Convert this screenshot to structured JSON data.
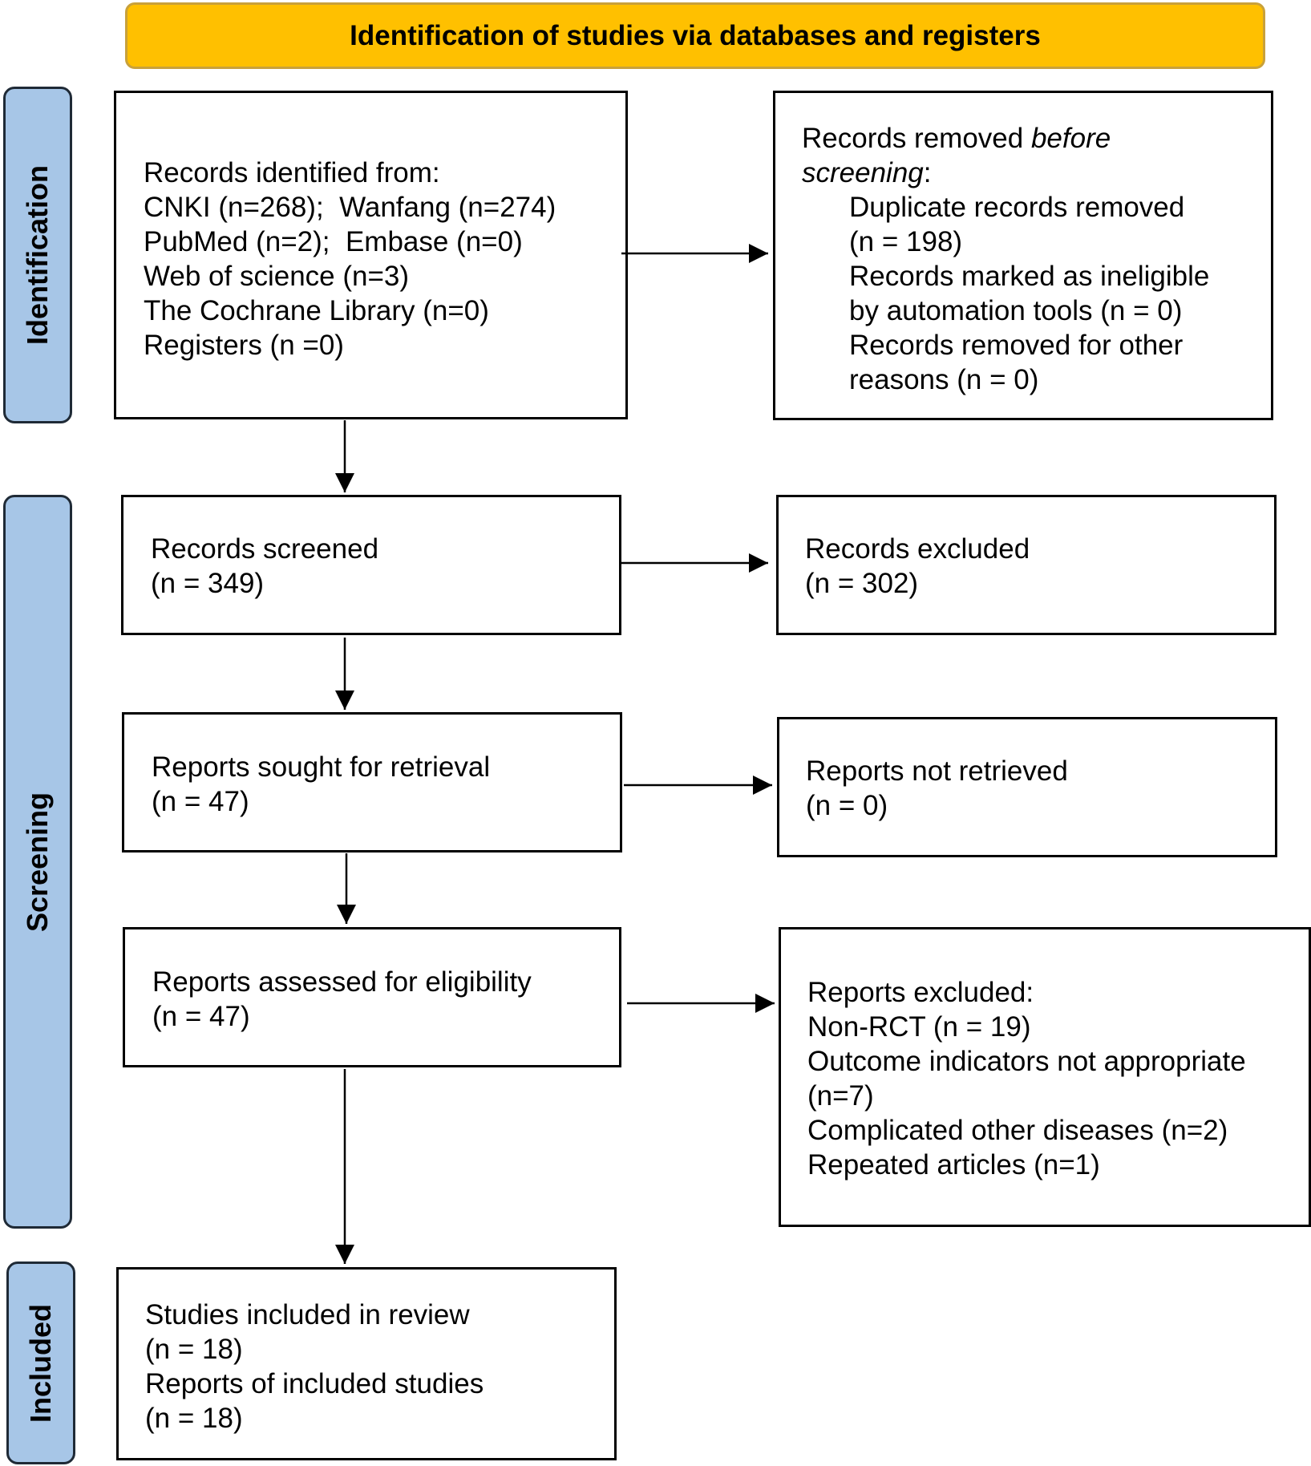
{
  "header": {
    "title": "Identification of studies via databases and registers"
  },
  "phases": {
    "identification": "Identification",
    "screening": "Screening",
    "included": "Included"
  },
  "boxes": {
    "identified": {
      "lines": [
        "Records identified from:",
        "CNKI (n=268);  Wanfang (n=274)",
        "PubMed (n=2);  Embase (n=0)",
        "Web of science (n=3)",
        "The Cochrane Library (n=0)",
        "Registers (n =0)"
      ]
    },
    "removed": {
      "title_prefix": "Records removed ",
      "title_em": "before",
      "title_em2": "screening",
      "title_suffix": ":",
      "lines": [
        "Duplicate records removed",
        "(n = 198)",
        "Records marked as ineligible",
        "by automation tools (n = 0)",
        "Records removed for other",
        "reasons (n = 0)"
      ]
    },
    "screened": {
      "lines": [
        "Records screened",
        "(n = 349)"
      ]
    },
    "excluded": {
      "lines": [
        "Records excluded",
        "(n = 302)"
      ]
    },
    "sought": {
      "lines": [
        "Reports sought for retrieval",
        "(n = 47)"
      ]
    },
    "not_retrieved": {
      "lines": [
        "Reports not retrieved",
        "(n = 0)"
      ]
    },
    "assessed": {
      "lines": [
        "Reports assessed for eligibility",
        "(n = 47)"
      ]
    },
    "reports_excluded": {
      "lines": [
        "Reports excluded:",
        "Non-RCT (n = 19)",
        "Outcome indicators not appropriate",
        "(n=7)",
        "Complicated other diseases (n=2)",
        "Repeated articles (n=1)"
      ]
    },
    "included": {
      "lines": [
        "Studies included in review",
        "(n = 18)",
        "Reports of included studies",
        "(n = 18)"
      ]
    }
  },
  "colors": {
    "header_fill": "#ffc000",
    "phase_fill": "#a7c6e7"
  }
}
